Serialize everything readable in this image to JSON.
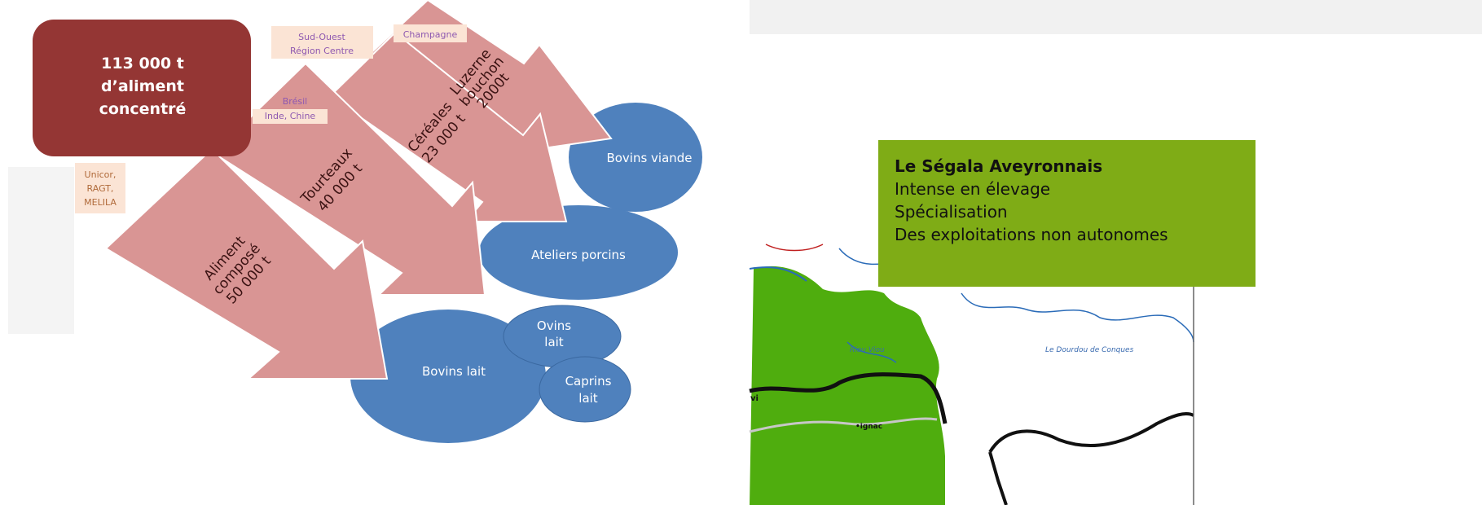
{
  "total_box": {
    "line1": "113 000 t",
    "line2": "d’aliment",
    "line3": "concentré"
  },
  "arrows": {
    "aliment": {
      "line1": "Aliment",
      "line2": "composé",
      "line3": "50 000 t"
    },
    "tourteaux": {
      "line1": "Tourteaux",
      "line2": "40 000 t"
    },
    "cereales": {
      "line1": "Céréales",
      "line2": "23 000 t"
    },
    "luzerne": {
      "line1": "Luzerne",
      "line2": "bouchon",
      "line3": "2000t"
    }
  },
  "sources": {
    "unicor": {
      "line1": "Unicor,",
      "line2": "RAGT,",
      "line3": "MELILA"
    },
    "bresil": {
      "line1": "Brésil",
      "line2": "Inde, Chine"
    },
    "sud_ouest": {
      "line1": "Sud-Ouest",
      "line2": "Région Centre"
    },
    "champagne": "Champagne"
  },
  "ellipses": {
    "bovins_viande": "Bovins viande",
    "ateliers_porcins": "Ateliers porcins",
    "bovins_lait": "Bovins lait",
    "ovins_lait": {
      "line1": "Ovins",
      "line2": "lait"
    },
    "caprins_lait": {
      "line1": "Caprins",
      "line2": "lait"
    }
  },
  "info_box": {
    "title": "Le Ségala Aveyronnais",
    "line1": "Intense en élevage",
    "line2": "Spécialisation",
    "line3": "Des exploitations non autonomes"
  },
  "map": {
    "label_riou": "Riou Viou",
    "label_dourdou": "Le Dourdou de Conques",
    "label_town": "•ignac",
    "label_edge": "vi"
  },
  "colors": {
    "total_box": "#943634",
    "arrow_fill": "#d99594",
    "ellipse_fill": "#4f81bd",
    "info_box": "#7fac16",
    "map_green": "#4fad0e"
  }
}
